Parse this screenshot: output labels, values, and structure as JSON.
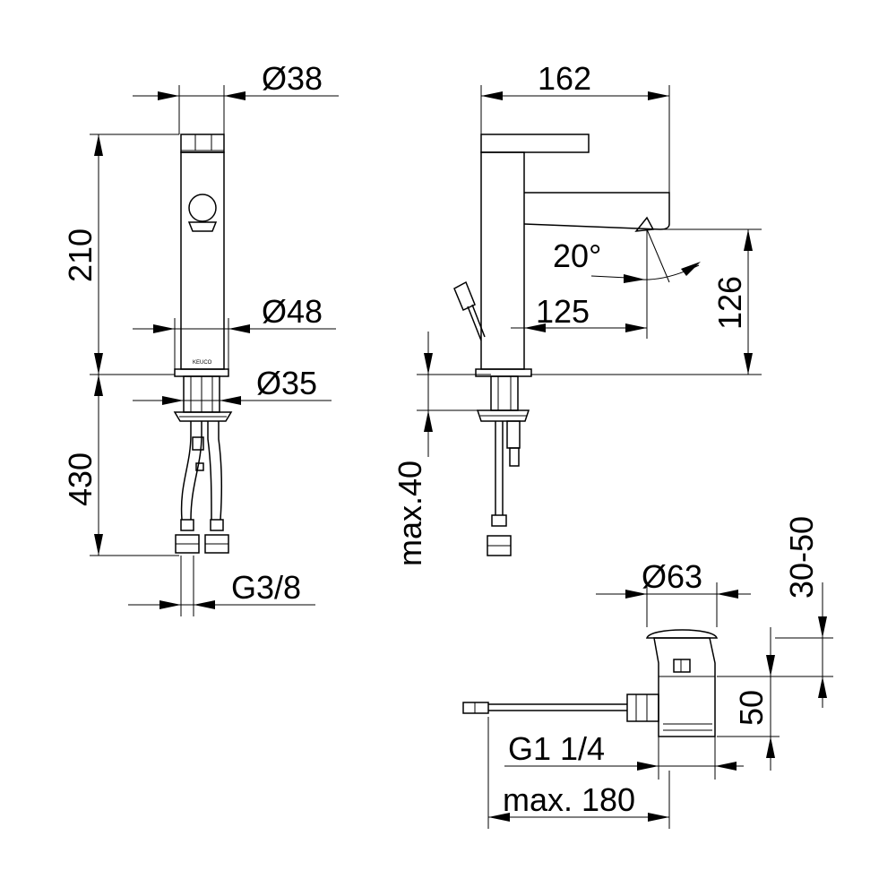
{
  "brand": "KEUCO",
  "dimensions": {
    "top_diameter": "Ø38",
    "height_body": "210",
    "base_diameter": "Ø48",
    "shank_diameter": "Ø35",
    "hose_length": "430",
    "hose_thread": "G3/8",
    "spout_reach_total": "162",
    "spout_angle": "20°",
    "spout_reach": "125",
    "spout_height": "126",
    "max_deck_thickness": "max.40",
    "waste_diameter": "Ø63",
    "waste_stroke": "30-50",
    "waste_height": "50",
    "waste_thread": "G1 1/4",
    "rod_length": "max. 180"
  }
}
